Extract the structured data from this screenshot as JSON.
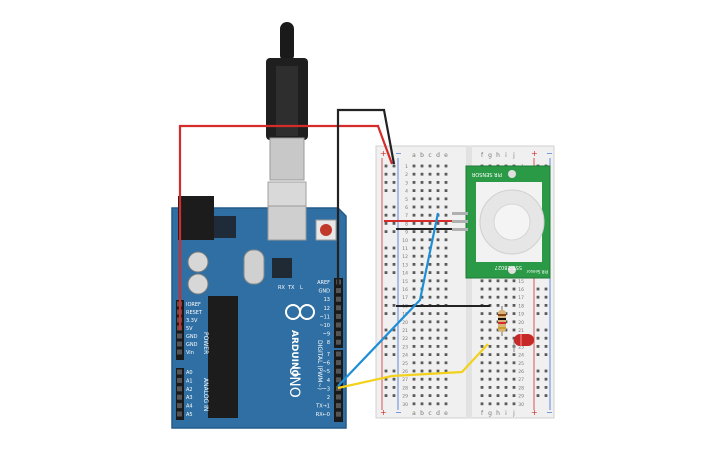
{
  "arduino": {
    "brand": "ARDUINO",
    "model": "UNO",
    "power_header_title": "POWER",
    "analog_header_title": "ANALOG IN",
    "digital_header_title": "DIGITAL (PWM~)",
    "power_pins": [
      "IOREF",
      "RESET",
      "3.3V",
      "5V",
      "GND",
      "GND",
      "Vin"
    ],
    "analog_pins": [
      "A0",
      "A1",
      "A2",
      "A3",
      "A4",
      "A5"
    ],
    "digital_top_pins": [
      "AREF",
      "GND",
      "13",
      "12",
      "~11",
      "~10",
      "~9",
      "8"
    ],
    "digital_bottom_pins": [
      "7",
      "~6",
      "~5",
      "4",
      "~3",
      "2",
      "TX→1",
      "RX←0"
    ],
    "tx_label": "TX",
    "rx_label": "RX",
    "l_label": "L"
  },
  "breadboard": {
    "columns_left": [
      "a",
      "b",
      "c",
      "d",
      "e"
    ],
    "columns_right": [
      "f",
      "g",
      "h",
      "i",
      "j"
    ],
    "row_numbers": [
      "1",
      "2",
      "3",
      "4",
      "5",
      "6",
      "7",
      "8",
      "9",
      "10",
      "11",
      "12",
      "13",
      "14",
      "15",
      "16",
      "17",
      "18",
      "19",
      "20",
      "21",
      "22",
      "23",
      "24",
      "25",
      "26",
      "27",
      "28",
      "29",
      "30"
    ],
    "rail_plus": "+",
    "rail_minus": "−"
  },
  "pir_sensor": {
    "label_top": "PIR SENSOR",
    "part_number": "555-28027",
    "label_bottom": "PIR Sensor"
  },
  "colors": {
    "board_blue": "#2f6fa3",
    "wire_red": "#d42b2b",
    "wire_black": "#222222",
    "wire_blue": "#1e8fd6",
    "wire_yellow": "#f2d21c",
    "pir_green": "#2b9a46",
    "led_red": "#c62828"
  }
}
